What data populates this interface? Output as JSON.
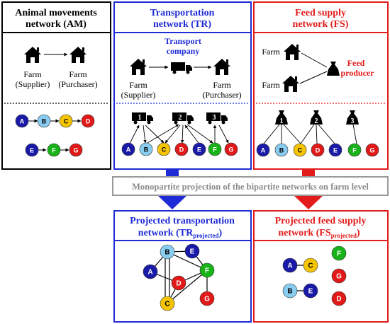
{
  "panels": {
    "am": {
      "title_line1": "Animal movements",
      "title_line2": "network (AM)",
      "farm_supplier_l1": "Farm",
      "farm_supplier_l2": "(Supplier)",
      "farm_purchaser_l1": "Farm",
      "farm_purchaser_l2": "(Purchaser)",
      "color": "#000000"
    },
    "tr": {
      "title_line1": "Transportation",
      "title_line2": "network (TR)",
      "company_l1": "Transport",
      "company_l2": "company",
      "farm_supplier_l1": "Farm",
      "farm_supplier_l2": "(Supplier)",
      "farm_purchaser_l1": "Farm",
      "farm_purchaser_l2": "(Purchaser)",
      "trucks": [
        "1",
        "2",
        "3"
      ],
      "color": "#1f2bd6"
    },
    "fs": {
      "title_line1": "Feed supply",
      "title_line2": "network (FS)",
      "farm_top": "Farm",
      "farm_bottom": "Farm",
      "producer_l1": "Feed",
      "producer_l2": "producer",
      "bags": [
        "1",
        "2",
        "3"
      ],
      "color": "#e31b1b"
    }
  },
  "projection_label": "Monopartite projection of the bipartite networks on farm level",
  "projected": {
    "tr_title_l1": "Projected transportation",
    "tr_title_l2_prefix": "network (TR",
    "tr_title_sub": "projected",
    "tr_title_suffix": ")",
    "fs_title_l1": "Projected feed supply",
    "fs_title_l2_prefix": "network (FS",
    "fs_title_sub": "projected",
    "fs_title_suffix": ")"
  },
  "farm_labels": [
    "A",
    "B",
    "C",
    "D",
    "E",
    "F",
    "G"
  ],
  "farm_colors": {
    "A": "#1a1aa8",
    "B": "#88ccf0",
    "C": "#f5c400",
    "D": "#e11919",
    "E": "#1a1aa8",
    "F": "#18b318",
    "G": "#e11919"
  }
}
